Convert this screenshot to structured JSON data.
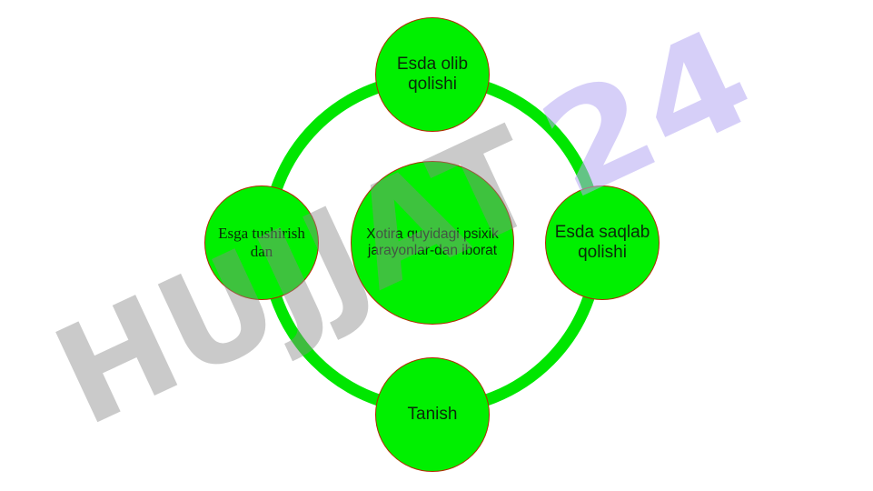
{
  "diagram": {
    "center": "Xotira quyidagi psixik jarayonlar-dan iborat",
    "nodes": {
      "top": "Esda olib qolishi",
      "right": "Esda saqlab qolishi",
      "bottom": "Tanish",
      "left": "Esga tushirishdan"
    }
  },
  "watermark": {
    "text_main": "HUJJAT",
    "text_num": "24"
  },
  "colors": {
    "fill": "#00f000",
    "ring": "#00e600",
    "border": "#b22a00",
    "wm_gray": "#a0a0a0",
    "wm_purple": "#c8bff5"
  }
}
